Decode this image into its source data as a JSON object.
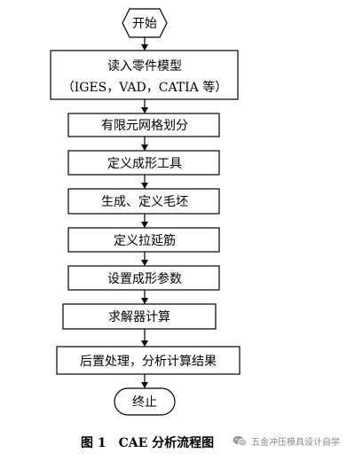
{
  "flowchart": {
    "start": "开始",
    "steps": [
      {
        "line1": "读入零件模型",
        "line2": "（IGES，VAD，CATIA 等）"
      },
      {
        "line1": "有限元网格划分"
      },
      {
        "line1": "定义成形工具"
      },
      {
        "line1": "生成、定义毛坯"
      },
      {
        "line1": "定义拉延筋"
      },
      {
        "line1": "设置成形参数"
      },
      {
        "line1": "求解器计算"
      },
      {
        "line1": "后置处理，分析计算结果"
      }
    ],
    "end": "终止"
  },
  "caption": {
    "title": "图 1　CAE 分析流程图",
    "watermark": "五金冲压模具设计自学",
    "watermark_icon": "wechat-icon"
  }
}
